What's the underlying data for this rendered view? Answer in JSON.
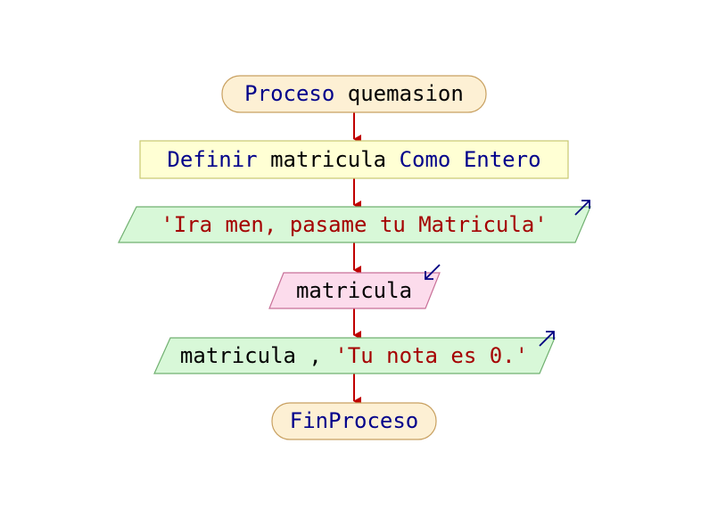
{
  "colors": {
    "keyword": "#00008b",
    "identifier": "#000000",
    "string": "#a50000",
    "arrow": "#c00000",
    "io_arrow": "#000080",
    "terminal_fill": "#fdf0d4",
    "terminal_stroke": "#c8a060",
    "define_fill": "#ffffd4",
    "define_stroke": "#c8c870",
    "output_fill": "#d8f8d8",
    "output_stroke": "#70b070",
    "input_fill": "#fcdcec",
    "input_stroke": "#c87098"
  },
  "flowchart": {
    "start": {
      "keyword": "Proceso",
      "name": "quemasion"
    },
    "define": {
      "kw1": "Definir",
      "var": "matricula",
      "kw2": "Como",
      "type": "Entero"
    },
    "output1": {
      "text": "'Ira men, pasame tu Matricula'",
      "io_icon": "output-arrow-icon"
    },
    "input1": {
      "var": "matricula",
      "io_icon": "input-arrow-icon"
    },
    "output2": {
      "var": "matricula",
      "sep": ",",
      "text": "'Tu nota es 0.'",
      "io_icon": "output-arrow-icon"
    },
    "end": {
      "keyword": "FinProceso"
    }
  }
}
